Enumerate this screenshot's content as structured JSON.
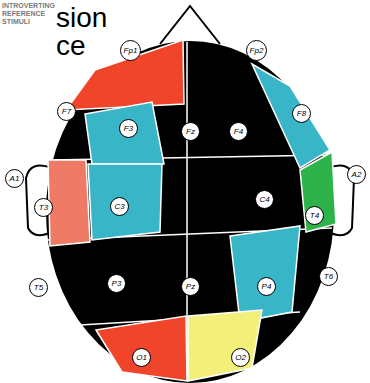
{
  "diagram": {
    "nodes": [
      {
        "text": [
          "Fp1"
        ]
      },
      {
        "text": [
          "Fp2"
        ]
      },
      {
        "text": [
          "F7"
        ]
      },
      {
        "text": [
          "F3"
        ]
      },
      {
        "text": [
          "Fz"
        ]
      },
      {
        "text": [
          "F4"
        ]
      },
      {
        "text": [
          "F8"
        ]
      },
      {
        "text": [
          "A1"
        ]
      },
      {
        "text": [
          "T3"
        ]
      },
      {
        "text": [
          "C3"
        ]
      },
      {
        "text": [
          "C4"
        ]
      },
      {
        "text": [
          "T4"
        ]
      },
      {
        "text": [
          "A2"
        ]
      },
      {
        "text": [
          "T5"
        ]
      },
      {
        "text": [
          "P3"
        ]
      },
      {
        "text": [
          "Pz"
        ]
      },
      {
        "text": [
          "P4"
        ]
      },
      {
        "text": [
          "T6"
        ]
      },
      {
        "text": [
          "O1"
        ]
      },
      {
        "text": [
          "O2"
        ]
      }
    ],
    "labels": [
      "INTROVERTING REFERENCE STIMULI",
      "sion",
      "ce"
    ]
  }
}
